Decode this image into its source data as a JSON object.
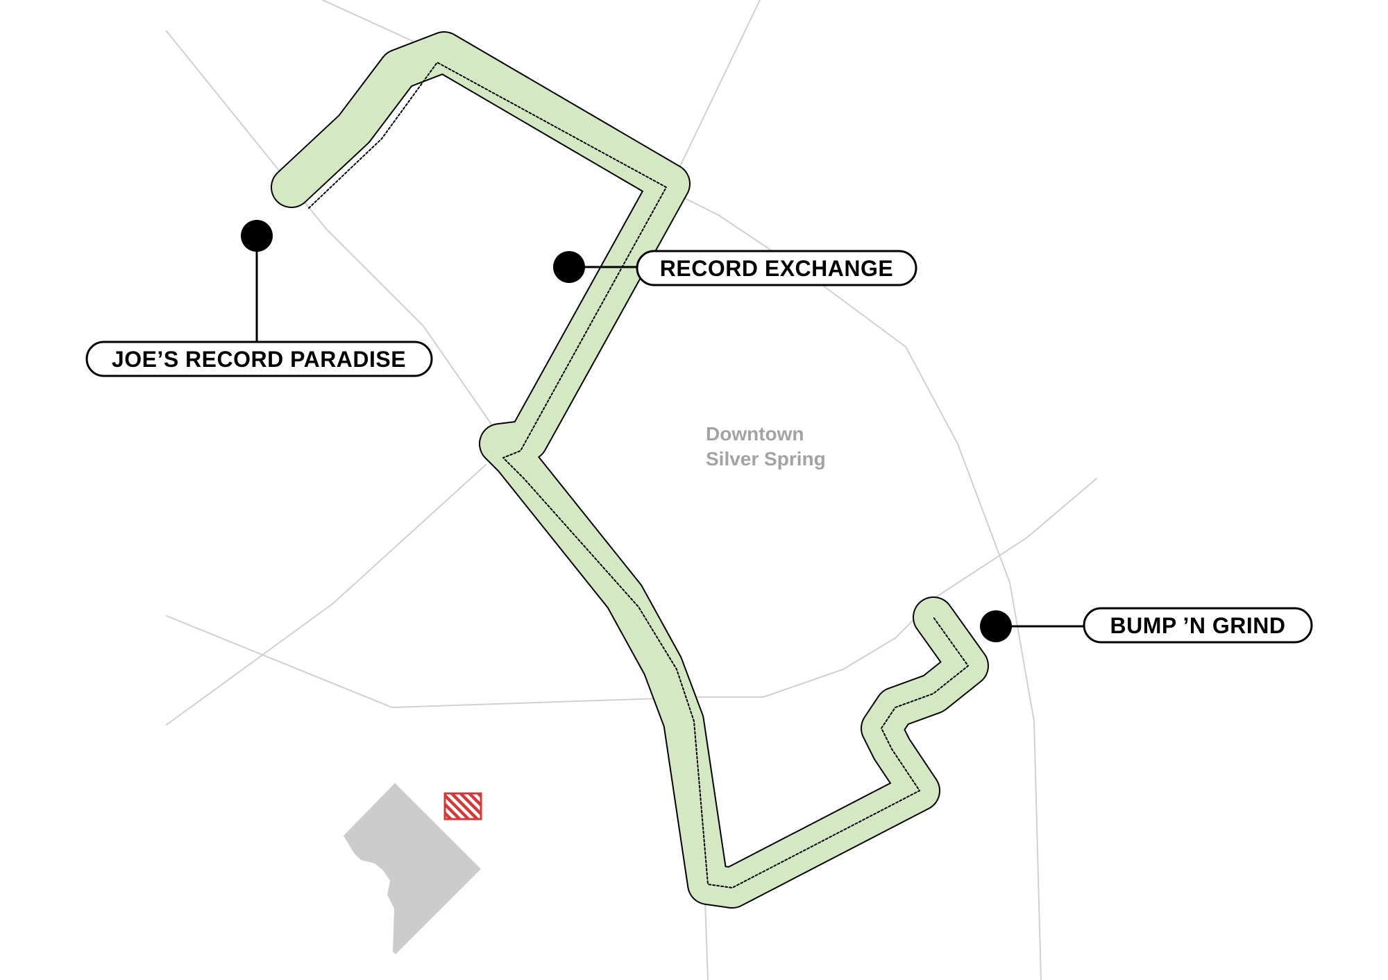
{
  "area": {
    "line1": "Downtown",
    "line2": "Silver Spring"
  },
  "stores": [
    {
      "name": "JOE’S RECORD PARADISE",
      "marker_color": "#000000"
    },
    {
      "name": "RECORD EXCHANGE",
      "marker_color": "#000000"
    },
    {
      "name": "BUMP ’N GRIND",
      "marker_color": "#000000"
    }
  ],
  "colors": {
    "route_fill": "#d4e8c4",
    "route_outline": "#000000",
    "roads": "#d0d0d0",
    "area_label": "#a3a3a3",
    "locator_region": "#cccccc",
    "locator_marker": "#d23a3a"
  },
  "icons": {
    "locator_map": "washington-dc-shape",
    "locator_marker": "hatched-square-icon"
  }
}
